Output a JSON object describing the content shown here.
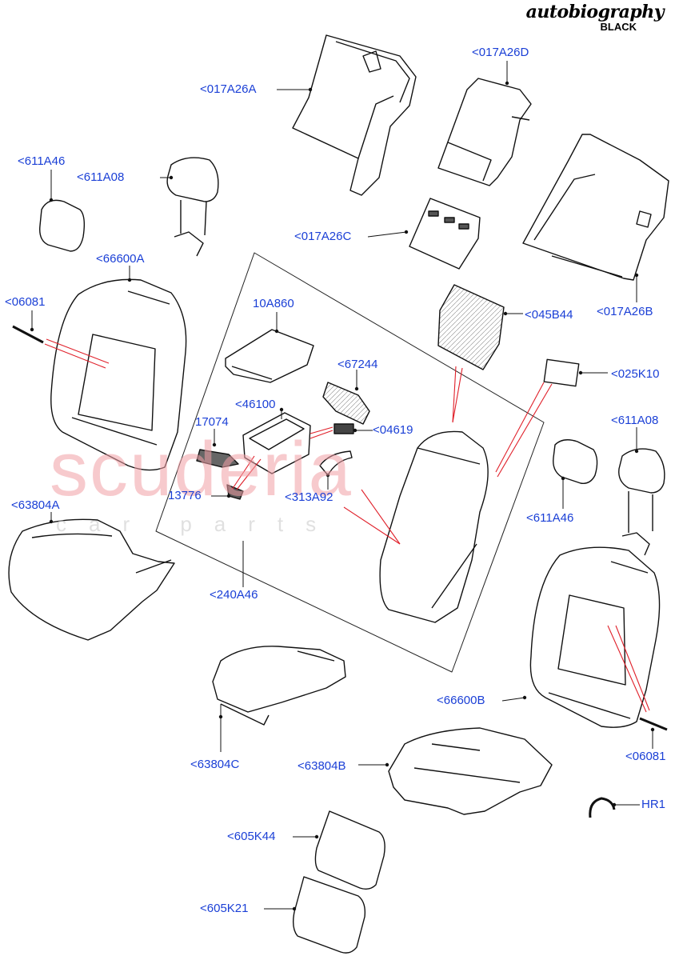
{
  "brand": {
    "script": "autobiography",
    "variant": "BLACK"
  },
  "watermark": {
    "line1": "scuderia",
    "line2": "car parts"
  },
  "callouts": [
    {
      "id": "c1",
      "text": "<017A26A"
    },
    {
      "id": "c2",
      "text": "<017A26D"
    },
    {
      "id": "c3",
      "text": "<611A46"
    },
    {
      "id": "c4",
      "text": "<611A08"
    },
    {
      "id": "c5",
      "text": "<017A26C"
    },
    {
      "id": "c6",
      "text": "<66600A"
    },
    {
      "id": "c7",
      "text": "<06081"
    },
    {
      "id": "c8",
      "text": "10A860"
    },
    {
      "id": "c9",
      "text": "<045B44"
    },
    {
      "id": "c10",
      "text": "<017A26B"
    },
    {
      "id": "c11",
      "text": "<67244"
    },
    {
      "id": "c12",
      "text": "<025K10"
    },
    {
      "id": "c13",
      "text": "<46100"
    },
    {
      "id": "c14",
      "text": "17074"
    },
    {
      "id": "c15",
      "text": "<04619"
    },
    {
      "id": "c16",
      "text": "<611A08"
    },
    {
      "id": "c17",
      "text": "13776"
    },
    {
      "id": "c18",
      "text": "<313A92"
    },
    {
      "id": "c19",
      "text": "<611A46"
    },
    {
      "id": "c20",
      "text": "<63804A"
    },
    {
      "id": "c21",
      "text": "<240A46"
    },
    {
      "id": "c22",
      "text": "<66600B"
    },
    {
      "id": "c23",
      "text": "<06081"
    },
    {
      "id": "c24",
      "text": "<63804C"
    },
    {
      "id": "c25",
      "text": "<63804B"
    },
    {
      "id": "c26",
      "text": "HR1"
    },
    {
      "id": "c27",
      "text": "<605K44"
    },
    {
      "id": "c28",
      "text": "<605K21"
    }
  ],
  "colors": {
    "label": "#1a3fd6",
    "leader": "#000000",
    "highlight": "#e0202a",
    "watermark": "#f2a0a6"
  }
}
